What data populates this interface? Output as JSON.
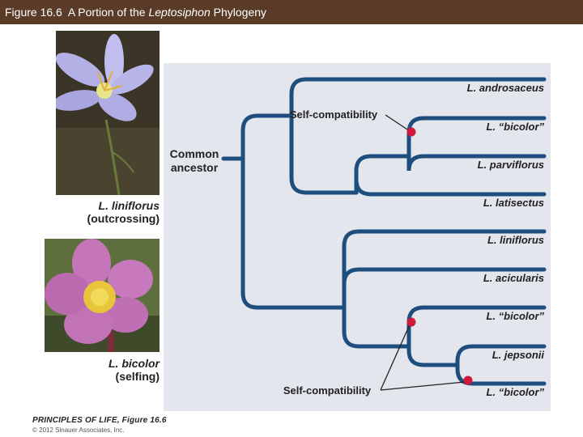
{
  "header": {
    "figure_label": "Figure 16.6",
    "title_pre": "A Portion of the",
    "title_genus": "Leptosiphon",
    "title_post": "Phylogeny"
  },
  "photos": [
    {
      "name": "L. liniflorus",
      "mode": "(outcrossing)"
    },
    {
      "name": "L. bicolor",
      "mode": "(selfing)"
    }
  ],
  "tree": {
    "root_label_line1": "Common",
    "root_label_line2": "ancestor",
    "taxa": [
      "L. androsaceus",
      "L. “bicolor”",
      "L. parviflorus",
      "L. latisectus",
      "L. liniflorus",
      "L. acicularis",
      "L. “bicolor”",
      "L. jepsonii",
      "L. “bicolor”"
    ],
    "event_label_top": "Self-compatibility",
    "event_label_bottom": "Self-compatibility",
    "branch_color": "#1d4e7e",
    "marker_color": "#d0183a"
  },
  "credit": {
    "line1": "PRINCIPLES OF LIFE, Figure 16.6",
    "line2": "© 2012 Sinauer Associates, Inc."
  }
}
